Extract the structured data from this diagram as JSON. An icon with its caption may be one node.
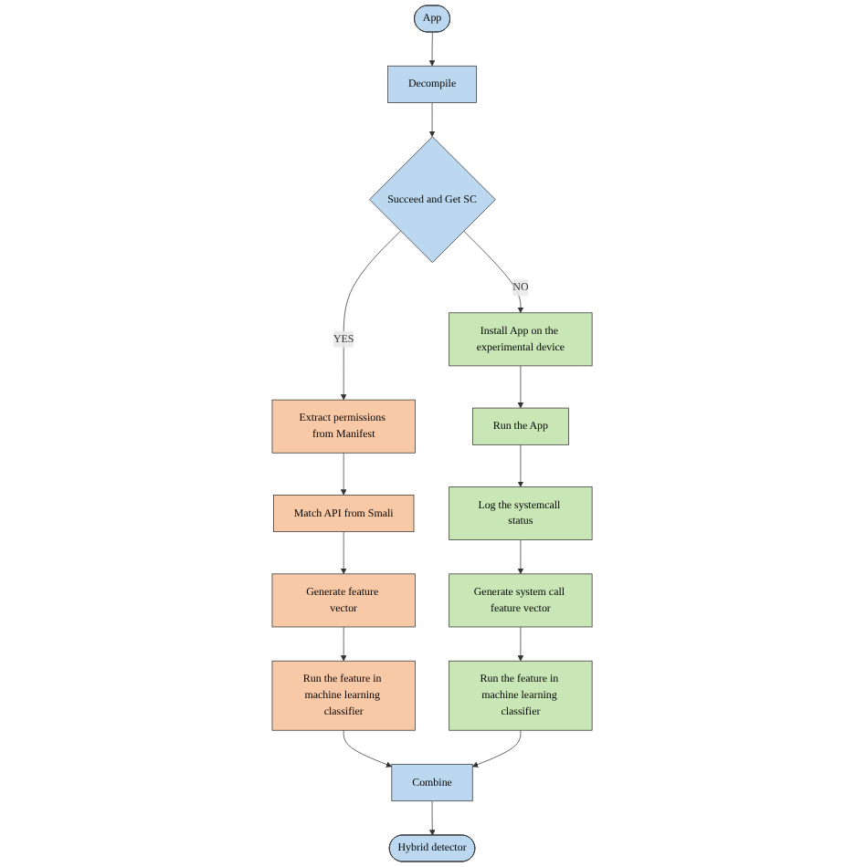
{
  "diagram": {
    "nodes": [
      {
        "text": [
          "App"
        ]
      },
      {
        "text": [
          "Decompile"
        ]
      },
      {
        "text": [
          "Succeed and Get SC"
        ]
      },
      {
        "text": [
          "Extract permissions from Manifest"
        ]
      },
      {
        "text": [
          "Match API from Smali"
        ]
      },
      {
        "text": [
          "Generate feature vector"
        ]
      },
      {
        "text": [
          "Run the feature in machine learning classifier"
        ]
      },
      {
        "text": [
          "Install App on the experimental device"
        ]
      },
      {
        "text": [
          "Run the App"
        ]
      },
      {
        "text": [
          "Log the systemcall status"
        ]
      },
      {
        "text": [
          "Generate system call feature vector"
        ]
      },
      {
        "text": [
          "Run the feature in machine learning classifier"
        ]
      },
      {
        "text": [
          "Combine"
        ]
      },
      {
        "text": [
          "Hybrid detector"
        ]
      }
    ],
    "edges": [
      {
        "from": 0,
        "to": 1,
        "arrow": "to"
      },
      {
        "from": 1,
        "to": 2,
        "arrow": "to"
      },
      {
        "from": 2,
        "to": 3,
        "arrow": "to",
        "label": "YES"
      },
      {
        "from": 2,
        "to": 7,
        "arrow": "to",
        "label": "NO"
      },
      {
        "from": 3,
        "to": 4,
        "arrow": "to"
      },
      {
        "from": 4,
        "to": 5,
        "arrow": "to"
      },
      {
        "from": 5,
        "to": 6,
        "arrow": "to"
      },
      {
        "from": 7,
        "to": 8,
        "arrow": "to"
      },
      {
        "from": 8,
        "to": 9,
        "arrow": "to"
      },
      {
        "from": 9,
        "to": 10,
        "arrow": "to"
      },
      {
        "from": 10,
        "to": 11,
        "arrow": "to"
      },
      {
        "from": 6,
        "to": 12,
        "arrow": "to"
      },
      {
        "from": 11,
        "to": 12,
        "arrow": "to"
      },
      {
        "from": 12,
        "to": 13,
        "arrow": "to"
      }
    ]
  }
}
